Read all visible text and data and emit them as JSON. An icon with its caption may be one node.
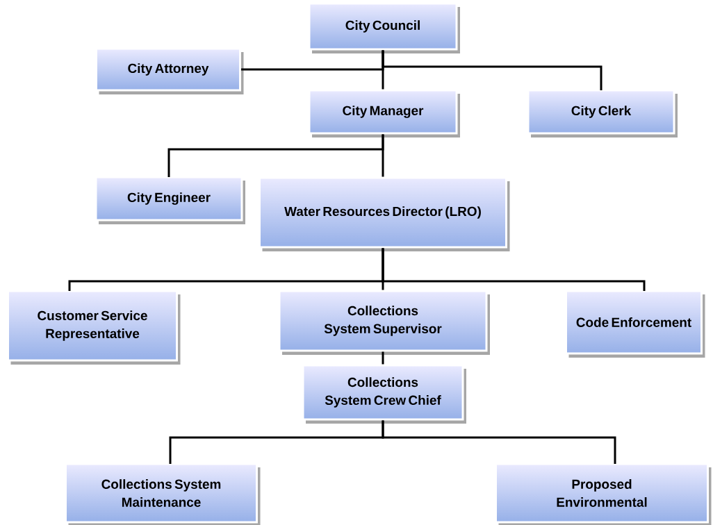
{
  "diagram": {
    "nodes": [
      {
        "text": [
          "City Council"
        ]
      },
      {
        "text": [
          "City Attorney"
        ]
      },
      {
        "text": [
          "City Manager"
        ]
      },
      {
        "text": [
          "City Clerk"
        ]
      },
      {
        "text": [
          "City Engineer"
        ]
      },
      {
        "text": [
          "Water Resources Director (LRO)"
        ]
      },
      {
        "text": [
          "Customer Service Representative"
        ]
      },
      {
        "text": [
          "Collections System Supervisor"
        ]
      },
      {
        "text": [
          "Code Enforcement"
        ]
      },
      {
        "text": [
          "Collections System Crew Chief"
        ]
      },
      {
        "text": [
          "Collections System Maintenance"
        ]
      },
      {
        "text": [
          "Proposed Environmental"
        ]
      }
    ],
    "edges": [
      {
        "from": 0,
        "to": 1,
        "arrow": "none"
      },
      {
        "from": 0,
        "to": 2,
        "arrow": "none"
      },
      {
        "from": 0,
        "to": 3,
        "arrow": "none"
      },
      {
        "from": 2,
        "to": 4,
        "arrow": "none"
      },
      {
        "from": 2,
        "to": 5,
        "arrow": "none"
      },
      {
        "from": 5,
        "to": 6,
        "arrow": "none"
      },
      {
        "from": 5,
        "to": 7,
        "arrow": "none"
      },
      {
        "from": 5,
        "to": 8,
        "arrow": "none"
      },
      {
        "from": 7,
        "to": 9,
        "arrow": "none"
      },
      {
        "from": 9,
        "to": 10,
        "arrow": "none"
      },
      {
        "from": 9,
        "to": 11,
        "arrow": "none"
      }
    ]
  }
}
